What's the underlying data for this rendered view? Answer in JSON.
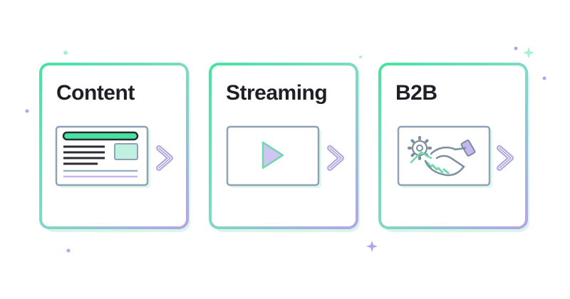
{
  "cards": [
    {
      "title": "Content",
      "illustration": "web-page-icon",
      "arrow": "chevron-right-icon"
    },
    {
      "title": "Streaming",
      "illustration": "video-player-icon",
      "arrow": "chevron-right-icon"
    },
    {
      "title": "B2B",
      "illustration": "handshake-gear-icon",
      "arrow": "chevron-right-icon"
    }
  ],
  "colors": {
    "accent_green": "#47e3a0",
    "accent_purple": "#b6a3ea",
    "text_dark": "#1f1f28",
    "icon_stroke": "#7c8fa0"
  }
}
